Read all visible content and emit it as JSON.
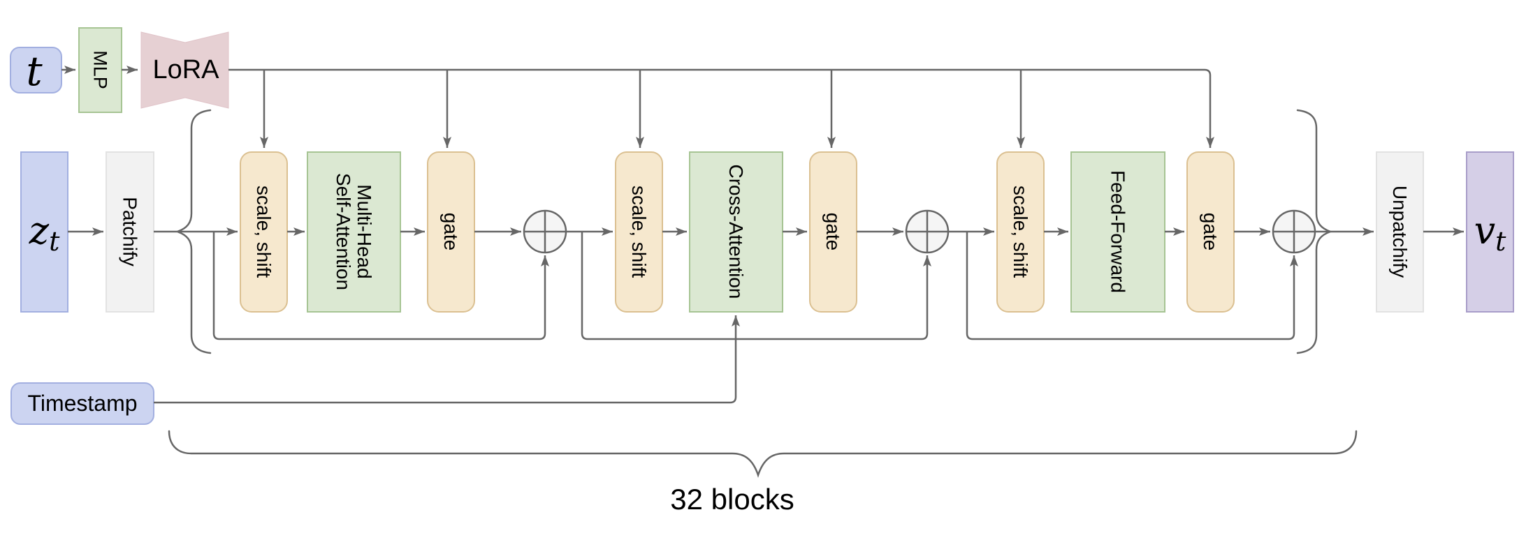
{
  "colors": {
    "line": "#666666",
    "text": "#000000",
    "blue_fill": "#ccd4f1",
    "blue_stroke": "#a2afe0",
    "green_fill": "#dbe8d2",
    "green_stroke": "#a6c493",
    "tan_fill": "#f6e8ce",
    "tan_stroke": "#dbc091",
    "pink_fill": "#e6d0d3",
    "pink_stroke": "#e0c3c8",
    "gray_fill": "#f2f2f2",
    "gray_stroke": "#e2e2e2",
    "purple_fill": "#d5cfe7",
    "purple_stroke": "#a89dc9",
    "circle_fill": "#f5f5f5"
  },
  "nodes": {
    "t_input": "t",
    "mlp": "MLP",
    "lora": "LoRA",
    "zt": {
      "base": "z",
      "sub": "t"
    },
    "patchify": "Patchify",
    "scale_shift": "scale, shift",
    "attention": {
      "line1": "Multi-Head",
      "line2": "Self-Attention"
    },
    "gate": "gate",
    "cross_attention": "Cross-Attention",
    "feed_forward": "Feed-Forward",
    "unpatchify": "Unpatchify",
    "vt": {
      "base": "v",
      "sub": "t"
    },
    "timestamp": "Timestamp"
  },
  "annotations": {
    "block_count": "32 blocks"
  }
}
